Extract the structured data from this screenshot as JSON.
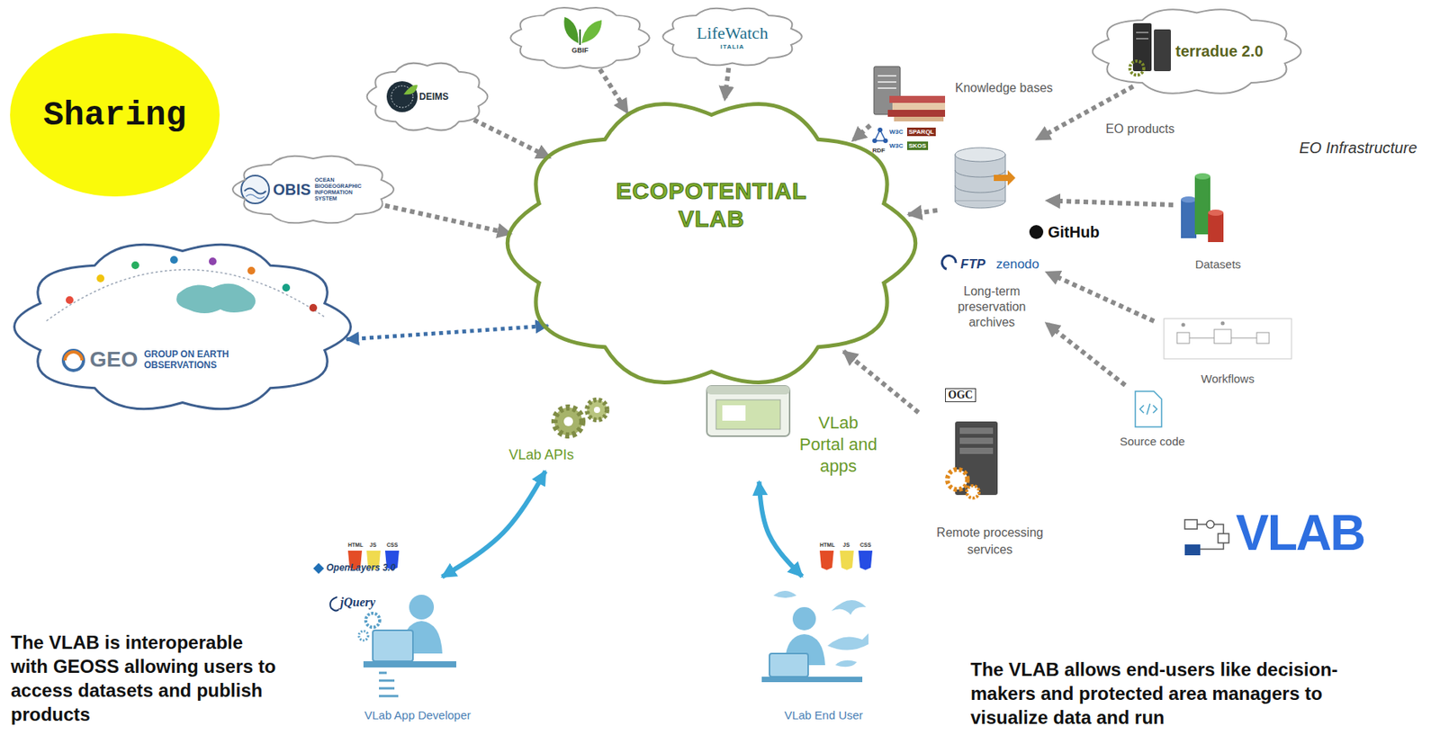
{
  "diagram": {
    "nodes": [
      {
        "text": [
          "Sharing"
        ]
      },
      {
        "text": [
          "OBIS",
          "OCEAN BIOGEOGRAPHIC INFORMATION SYSTEM"
        ]
      },
      {
        "text": [
          "DEIMS"
        ]
      },
      {
        "text": [
          "GBIF"
        ]
      },
      {
        "text": [
          "LifeWatch",
          "ITALIA"
        ]
      },
      {
        "text": [
          "Knowledge bases"
        ]
      },
      {
        "text": [
          "terradue 2.0"
        ]
      },
      {
        "text": [
          "GEO",
          "GROUP ON EARTH OBSERVATIONS"
        ]
      },
      {
        "text": [
          "ECOPOTENTIAL VLAB"
        ]
      },
      {
        "text": [
          "VLab APIs"
        ],
        "in": 8
      },
      {
        "text": [
          "VLab Portal and apps"
        ],
        "in": 8
      },
      {
        "text": [
          "Long-term preservation archives"
        ]
      },
      {
        "text": [
          "Datasets"
        ]
      },
      {
        "text": [
          "Workflows"
        ]
      },
      {
        "text": [
          "Source code"
        ]
      },
      {
        "text": [
          "Remote processing services"
        ]
      },
      {
        "text": [
          "VLab App Developer"
        ]
      },
      {
        "text": [
          "VLab End User"
        ]
      }
    ],
    "edges": [
      {
        "from": 1,
        "to": 8,
        "arrow": "to"
      },
      {
        "from": 2,
        "to": 8,
        "arrow": "to"
      },
      {
        "from": 3,
        "to": 8,
        "arrow": "to"
      },
      {
        "from": 4,
        "to": 8,
        "arrow": "to"
      },
      {
        "from": 5,
        "to": 8,
        "arrow": "to"
      },
      {
        "from": 6,
        "to": 11,
        "label": "EO products",
        "arrow": "to"
      },
      {
        "from": 12,
        "to": 11,
        "arrow": "to"
      },
      {
        "from": 13,
        "to": 11,
        "arrow": "to"
      },
      {
        "from": 14,
        "to": 11,
        "arrow": "to"
      },
      {
        "from": 11,
        "to": 8,
        "arrow": "to"
      },
      {
        "from": 15,
        "to": 8,
        "arrow": "to"
      },
      {
        "from": 7,
        "to": 8,
        "arrow": "both"
      },
      {
        "from": 16,
        "to": 9,
        "arrow": "both"
      },
      {
        "from": 17,
        "to": 10,
        "arrow": "both"
      }
    ],
    "labels": [
      "EO Infrastructure",
      "RDF",
      "W3C",
      "SPARQL",
      "W3C",
      "SKOS",
      "GitHub",
      "FTP",
      "zenodo",
      "OGC",
      "OpenLayers 3.0",
      "jQuery",
      "HTML",
      "JS",
      "CSS",
      "HTML",
      "JS",
      "CSS",
      "VLAB",
      "The VLAB is interoperable with GEOSS allowing users to access datasets and publish products",
      "The VLAB allows end-users like decision-makers and protected area managers to visualize data and run"
    ]
  }
}
